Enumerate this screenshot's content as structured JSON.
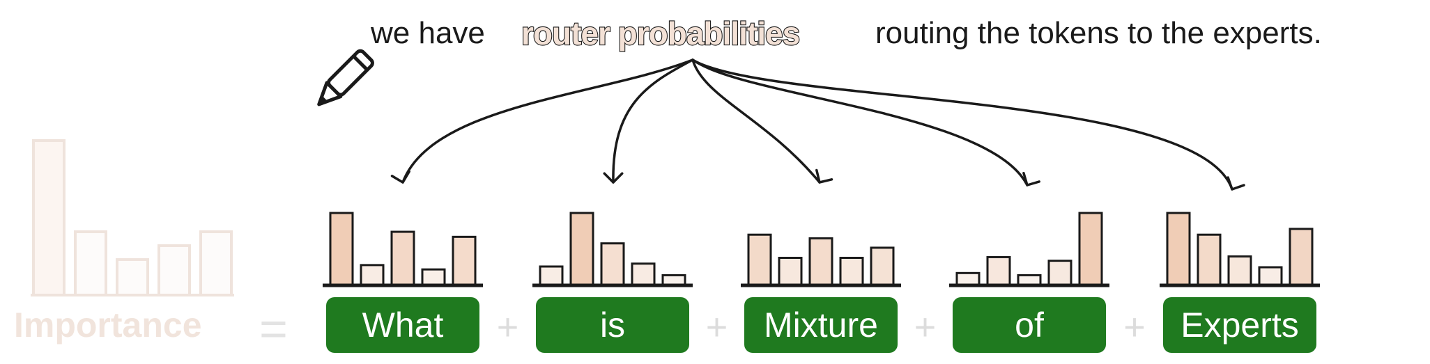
{
  "caption": {
    "before": "we have",
    "highlight": "router probabilities",
    "after": "routing the tokens to the experts."
  },
  "importance": {
    "label": "Importance",
    "equals": "=",
    "values": [
      1.0,
      0.41,
      0.23,
      0.32,
      0.41
    ]
  },
  "plus_sign": "+",
  "tokens": [
    {
      "label": "What",
      "probs": [
        1.0,
        0.28,
        0.74,
        0.22,
        0.67
      ]
    },
    {
      "label": "is",
      "probs": [
        0.26,
        1.0,
        0.58,
        0.3,
        0.14
      ]
    },
    {
      "label": "Mixture",
      "probs": [
        0.7,
        0.38,
        0.65,
        0.38,
        0.52
      ]
    },
    {
      "label": "of",
      "probs": [
        0.17,
        0.39,
        0.14,
        0.34,
        1.0
      ]
    },
    {
      "label": "Experts",
      "probs": [
        1.0,
        0.7,
        0.4,
        0.25,
        0.78
      ]
    }
  ],
  "colors": {
    "token_box": "#1f7a1f",
    "bar_high": "#f0cdb6",
    "bar_low": "#fbf8f6",
    "arrow": "#1a1a1a"
  },
  "icons": {
    "pencil": "pencil-icon"
  }
}
